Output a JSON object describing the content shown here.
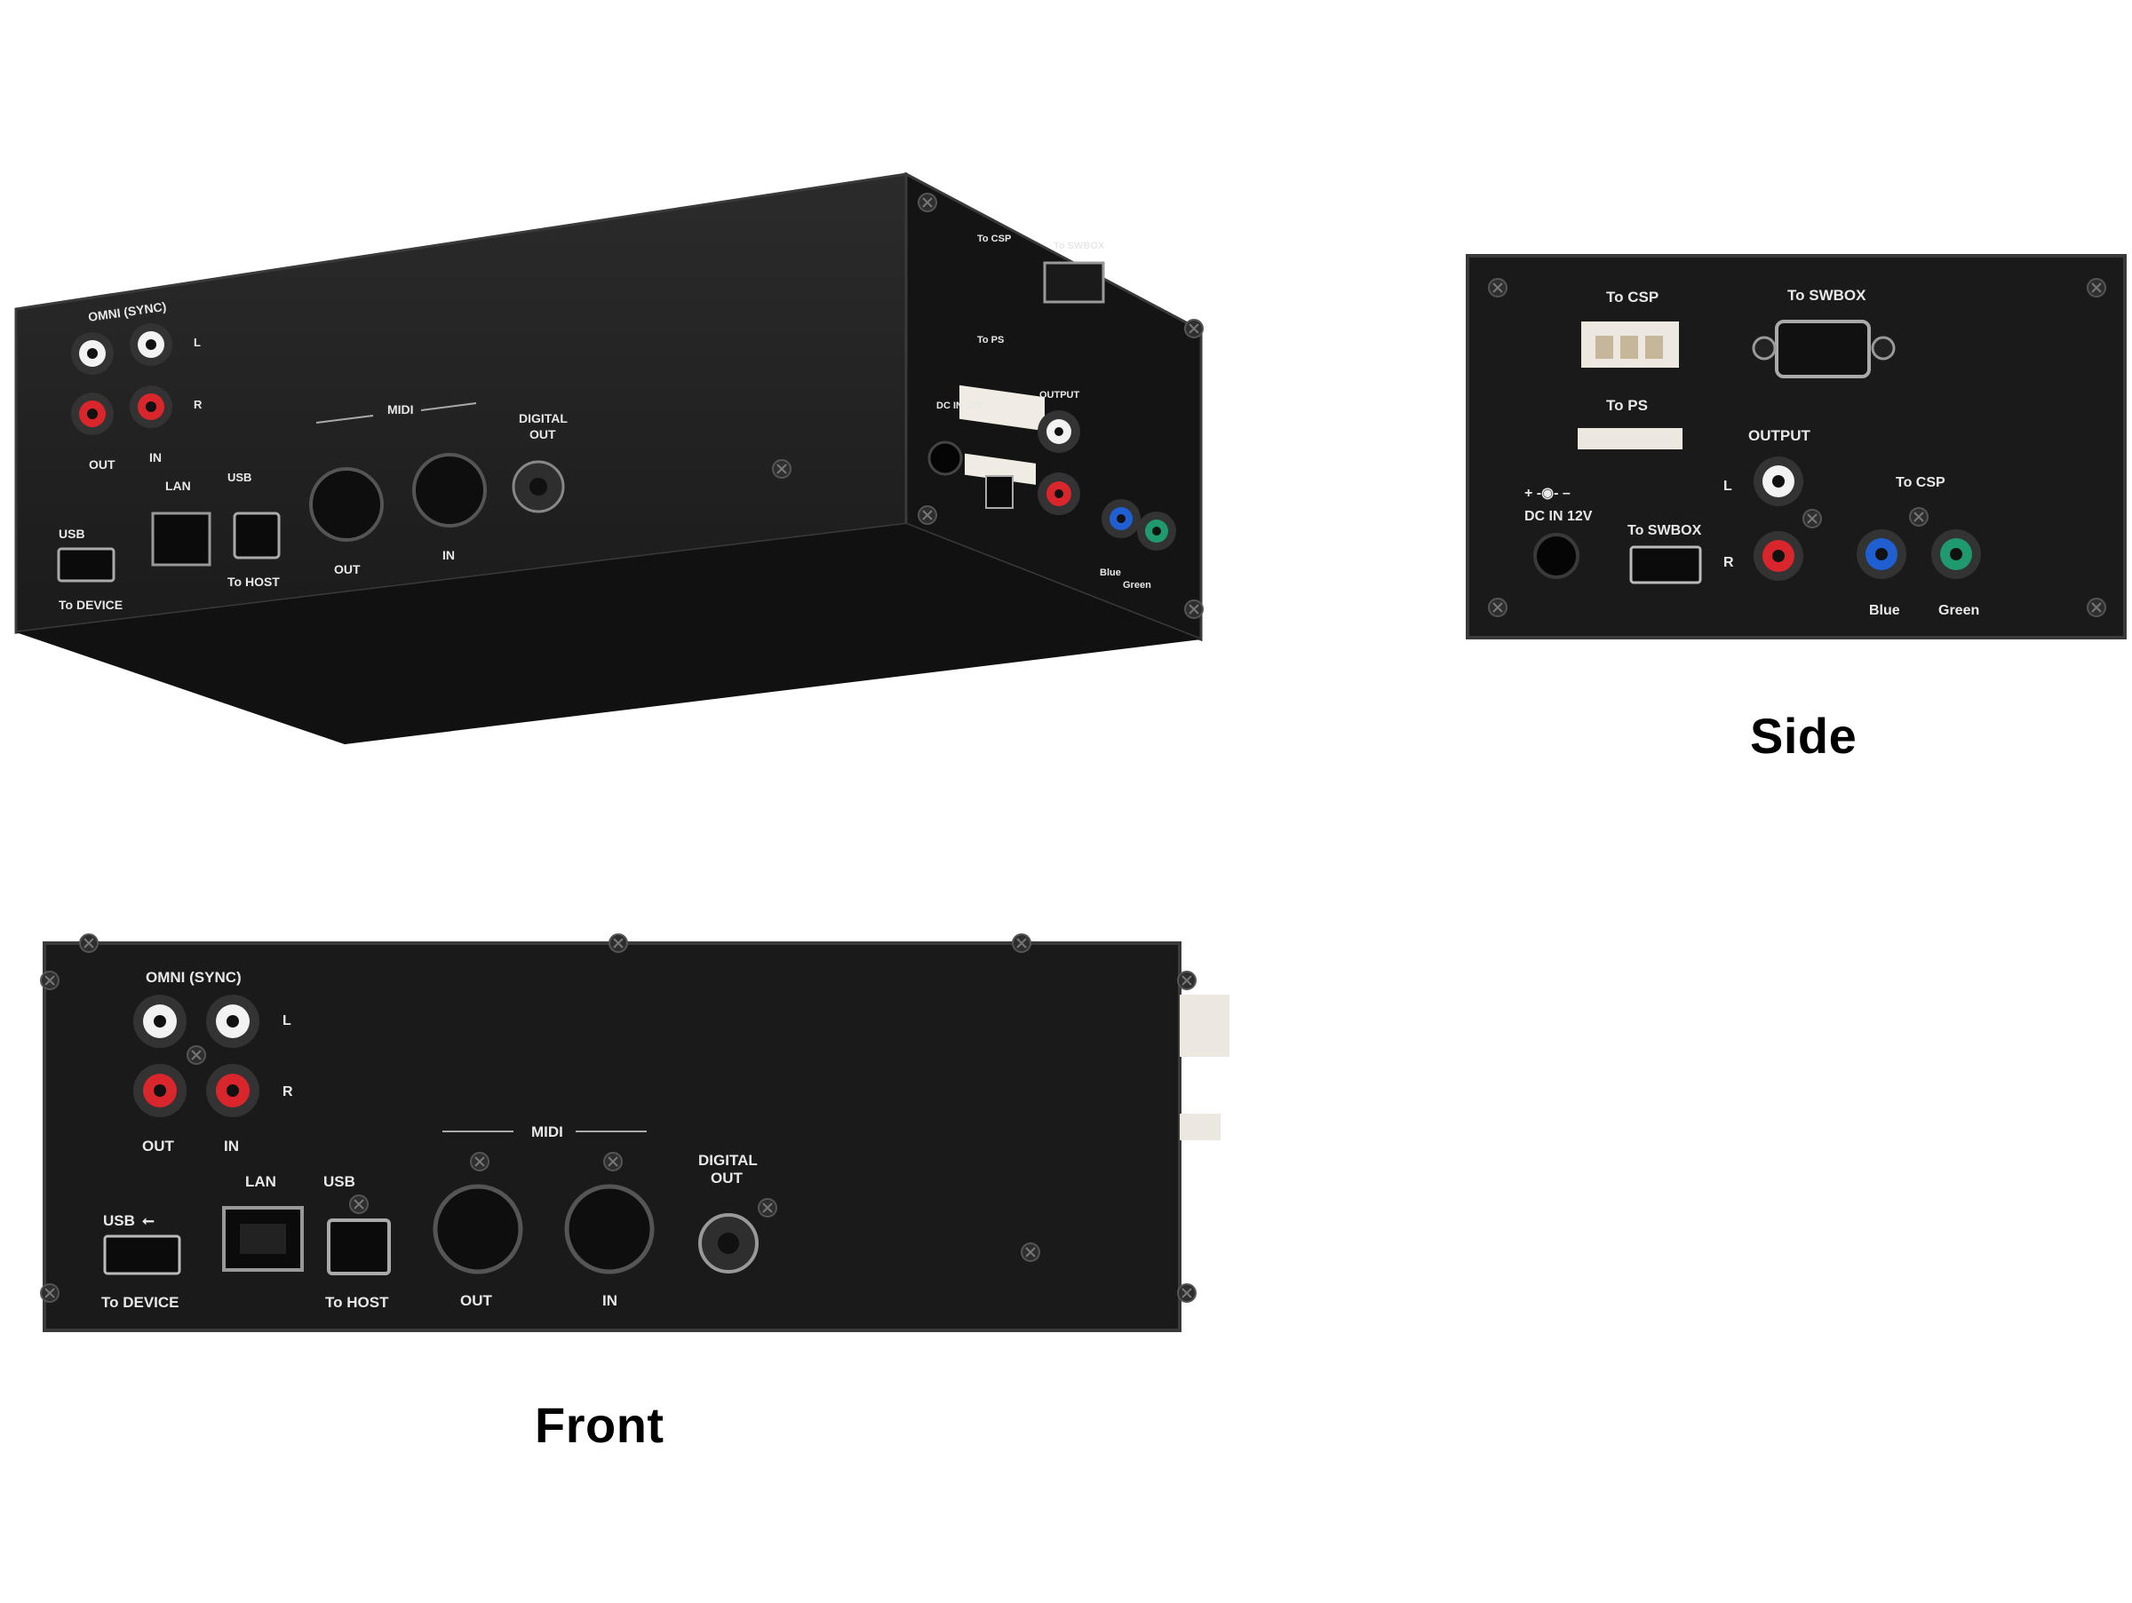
{
  "captions": {
    "side": "Side",
    "front": "Front"
  },
  "front_panel": {
    "omni": "OMNI (SYNC)",
    "left": "L",
    "right": "R",
    "out": "OUT",
    "in": "IN",
    "lan": "LAN",
    "usb": "USB",
    "to_device": "To DEVICE",
    "to_host": "To HOST",
    "midi": "MIDI",
    "midi_out": "OUT",
    "midi_in": "IN",
    "digital": "DIGITAL",
    "digital_out": "OUT"
  },
  "side_panel": {
    "to_csp": "To CSP",
    "to_swbox": "To SWBOX",
    "to_ps": "To PS",
    "output": "OUTPUT",
    "left": "L",
    "right": "R",
    "dc_in": "DC IN 12V",
    "dc_symbol": "+ -◉- –",
    "usb_to_swbox": "To SWBOX",
    "rca_to_csp": "To CSP",
    "blue": "Blue",
    "green": "Green"
  },
  "colors": {
    "chassis": "#1c1c1c",
    "chassis_edge": "#3a3a3a",
    "rca_white": "#f2f2f2",
    "rca_red": "#d8262c",
    "rca_blue": "#1f5fd1",
    "rca_green": "#1f9a6e"
  }
}
